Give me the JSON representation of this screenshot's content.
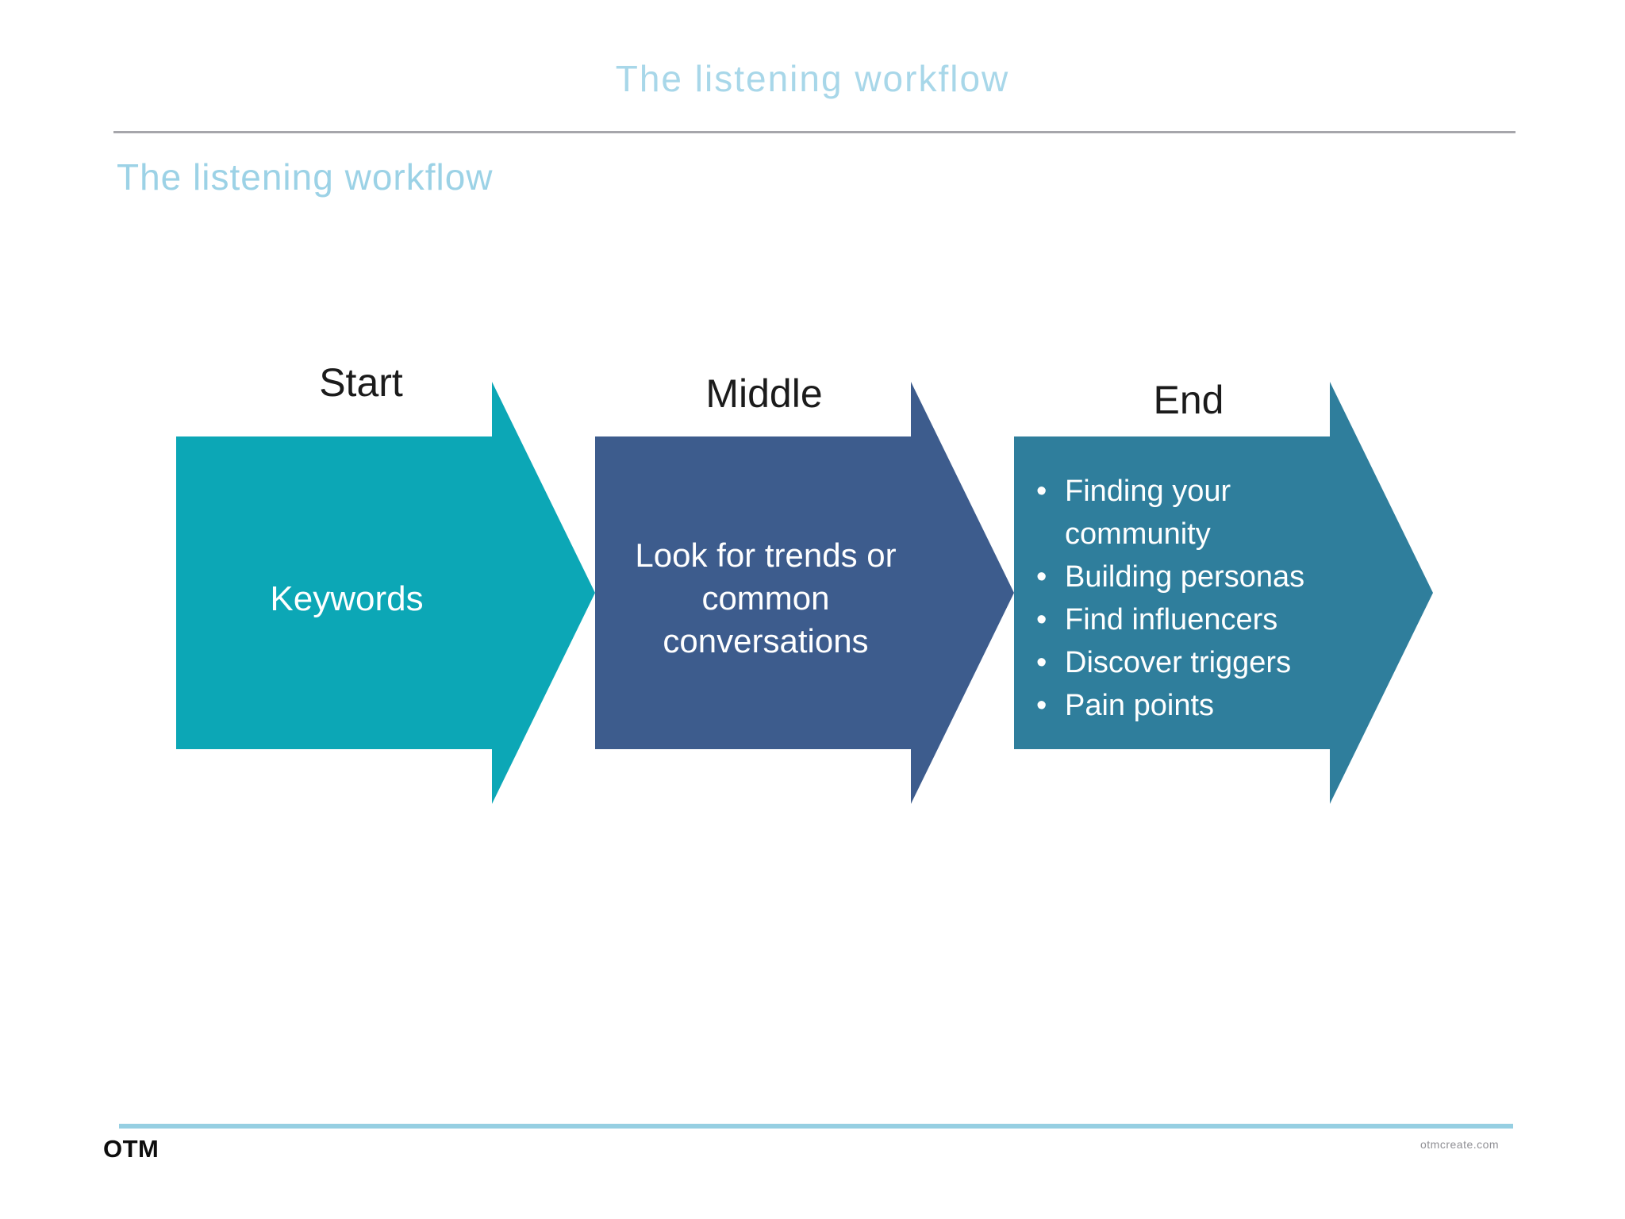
{
  "slide_title": "The listening workflow",
  "subtitle": "The listening workflow",
  "stages": [
    {
      "label": "Start",
      "shape_color": "#0ca7b6",
      "text": "Keywords"
    },
    {
      "label": "Middle",
      "shape_color": "#3d5c8d",
      "text_lines": [
        "Look for trends or",
        "common",
        "conversations"
      ]
    },
    {
      "label": "End",
      "shape_color": "#2f7e9c",
      "bullets": [
        "Finding your community",
        "Building personas",
        "Find influencers",
        "Discover triggers",
        "Pain points"
      ]
    }
  ],
  "footer": {
    "logo": "OTM",
    "website": "otmcreate.com"
  },
  "colors": {
    "accent_light_blue": "#a8d7e9",
    "subtitle_blue": "#9cd2e6",
    "divider_gray": "#a6a6ab",
    "footer_line_blue": "#96cfe2",
    "stage_text_white": "#ffffff",
    "label_black": "#1b1b1b"
  }
}
